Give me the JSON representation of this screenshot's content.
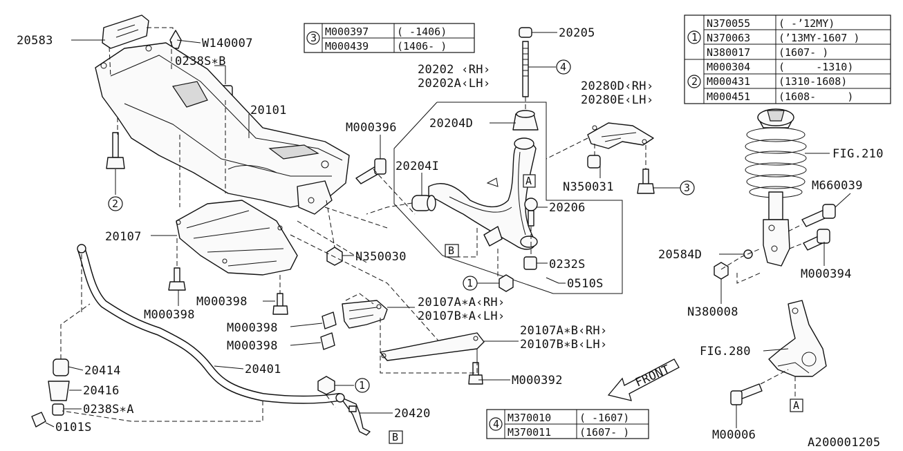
{
  "labels": {
    "p20583": "20583",
    "w140007": "W140007",
    "p0238sb": "0238S∗B",
    "p20101": "20101",
    "p20107": "20107",
    "n350030": "N350030",
    "m000398_a": "M000398",
    "m000398_b": "M000398",
    "m000398_c": "M000398",
    "m000398_d": "M000398",
    "m000396": "M000396",
    "p20202_rh": "20202 ‹RH›",
    "p20202a_lh": "20202A‹LH›",
    "p20204d": "20204D",
    "p20204i": "20204I",
    "p20206": "20206",
    "p0232s": "0232S",
    "p0510s": "0510S",
    "p20205": "20205",
    "p20280d": "20280D‹RH›",
    "p20280e": "20280E‹LH›",
    "n350031": "N350031",
    "fig210": "FIG.210",
    "m660039": "M660039",
    "p20584d": "20584D",
    "m000394": "M000394",
    "n380008": "N380008",
    "fig280": "FIG.280",
    "m00006": "M00006",
    "p20107aa_rh": "20107A∗A‹RH›",
    "p20107ba_lh": "20107B∗A‹LH›",
    "p20107ab_rh": "20107A∗B‹RH›",
    "p20107bb_lh": "20107B∗B‹LH›",
    "m000392": "M000392",
    "p20414": "20414",
    "p20401": "20401",
    "p20416": "20416",
    "p0238sa": "0238S∗A",
    "p0101s": "0101S",
    "p20420": "20420",
    "front": "FRONT",
    "drawing_id": "A200001205"
  },
  "callouts": {
    "c1": "1",
    "c2": "2",
    "c3": "3",
    "c4": "4"
  },
  "refs": {
    "a": "A",
    "b": "B"
  },
  "tables": {
    "t3": {
      "key": "3",
      "rows": [
        {
          "part": "M000397",
          "range": "( -1406)"
        },
        {
          "part": "M000439",
          "range": "(1406- )"
        }
      ]
    },
    "t1": {
      "key": "1",
      "rows": [
        {
          "part": "N370055",
          "range": "( -’12MY)"
        },
        {
          "part": "N370063",
          "range": "(’13MY-1607 )"
        },
        {
          "part": "N380017",
          "range": "(1607- )"
        }
      ]
    },
    "t2": {
      "key": "2",
      "rows": [
        {
          "part": "M000304",
          "range": "(     -1310)"
        },
        {
          "part": "M000431",
          "range": "(1310-1608)"
        },
        {
          "part": "M000451",
          "range": "(1608-     )"
        }
      ]
    },
    "t4": {
      "key": "4",
      "rows": [
        {
          "part": "M370010",
          "range": "( -1607)"
        },
        {
          "part": "M370011",
          "range": "(1607- )"
        }
      ]
    }
  }
}
